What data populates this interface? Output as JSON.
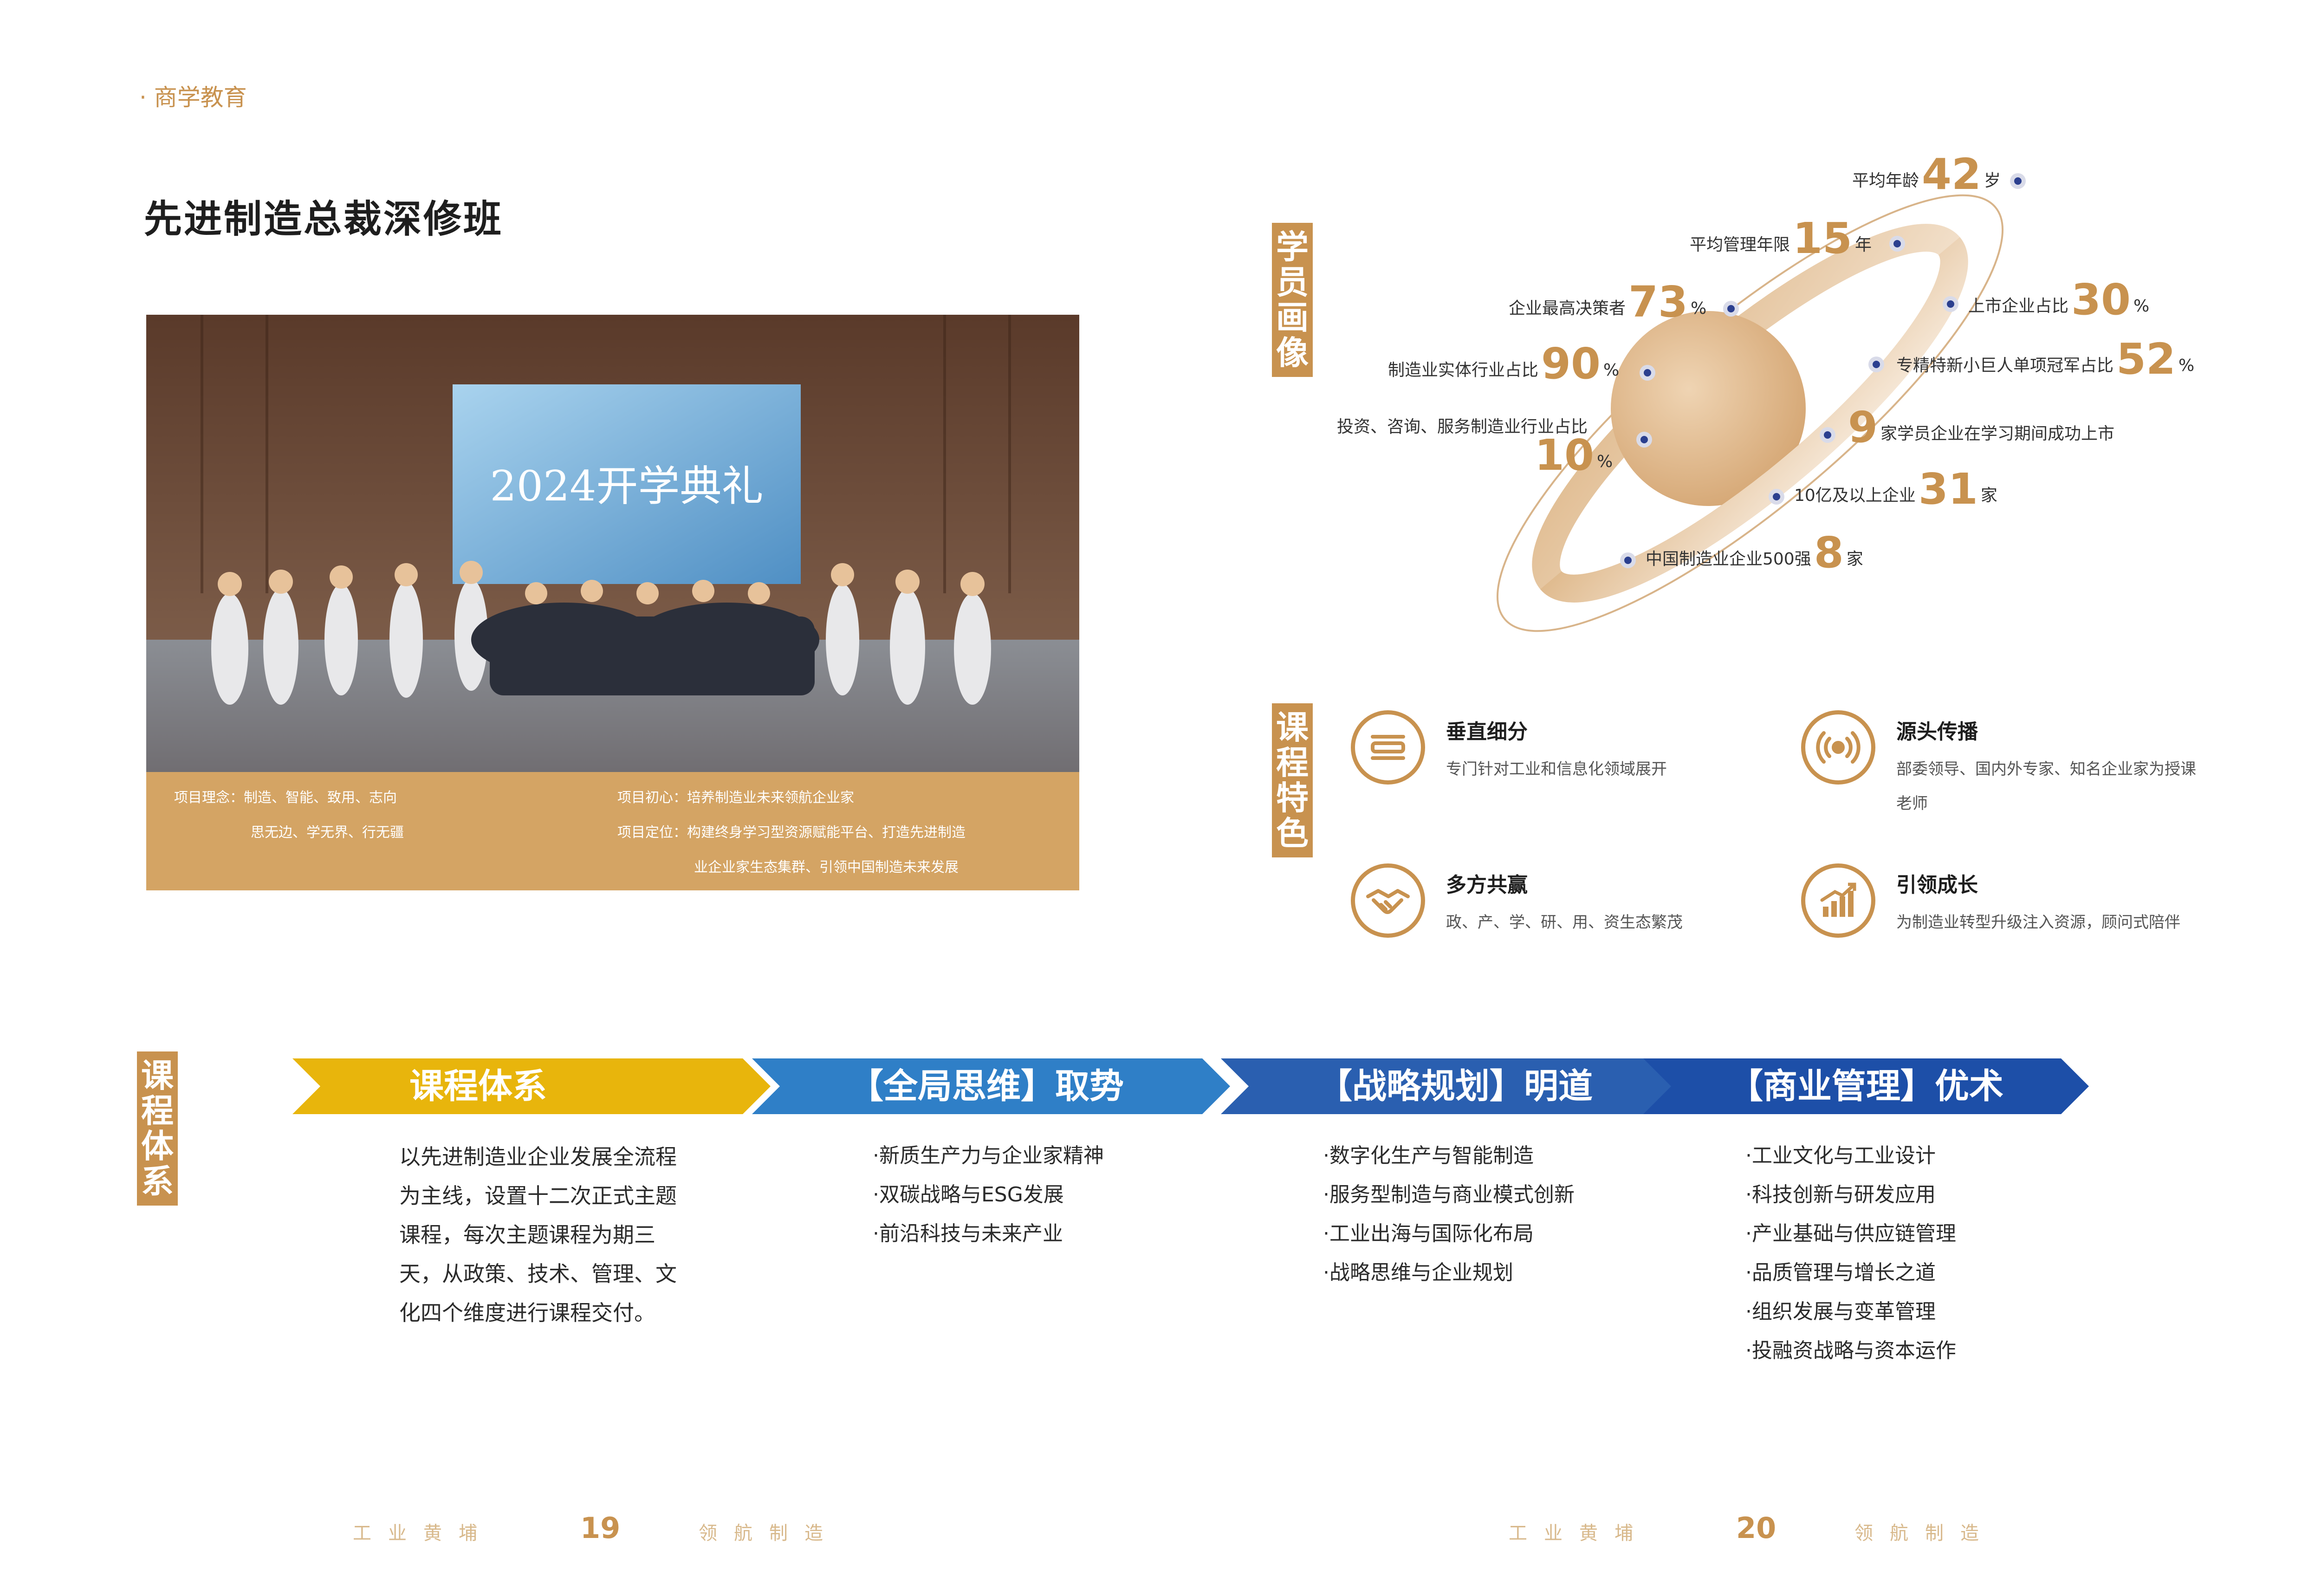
{
  "section_label": "· 商学教育",
  "title": "先进制造总裁深修班",
  "photo": {
    "alt": "2024开学典礼 group photo",
    "screen_text": "2024开学典礼",
    "caption": {
      "left_label_1": "项目理念：",
      "left_text_1": "制造、智能、致用、志向",
      "left_text_2": "思无边、学无界、行无疆",
      "right_label_1": "项目初心：",
      "right_text_1": "培养制造业未来领航企业家",
      "right_label_2": "项目定位：",
      "right_text_2": "构建终身学习型资源赋能平台、打造先进制造",
      "right_text_3": "业企业家生态集群、引领中国制造未来发展"
    }
  },
  "portrait": {
    "label": "学员画像",
    "stats": [
      {
        "prefix": "平均年龄",
        "value": "42",
        "suffix": "岁"
      },
      {
        "prefix": "平均管理年限",
        "value": "15",
        "suffix": "年"
      },
      {
        "prefix": "企业最高决策者",
        "value": "73",
        "suffix": "%"
      },
      {
        "prefix": "上市企业占比",
        "value": "30",
        "suffix": "%"
      },
      {
        "prefix": "制造业实体行业占比",
        "value": "90",
        "suffix": "%"
      },
      {
        "prefix": "专精特新小巨人单项冠军占比",
        "value": "52",
        "suffix": "%"
      },
      {
        "prefix": "投资、咨询、服务制造业行业占比",
        "value": "10",
        "suffix": "%"
      },
      {
        "prefix": "",
        "value": "9",
        "suffix": "家学员企业在学习期间成功上市"
      },
      {
        "prefix": "10亿及以上企业",
        "value": "31",
        "suffix": "家"
      },
      {
        "prefix": "中国制造业企业500强",
        "value": "8",
        "suffix": "家"
      }
    ]
  },
  "features": {
    "label": "课程特色",
    "items": [
      {
        "title": "垂直细分",
        "desc": "专门针对工业和信息化领域展开",
        "icon": "layers-icon"
      },
      {
        "title": "源头传播",
        "desc": "部委领导、国内外专家、知名企业家为授课老师",
        "icon": "broadcast-icon"
      },
      {
        "title": "多方共赢",
        "desc": "政、产、学、研、用、资生态繁茂",
        "icon": "handshake-icon"
      },
      {
        "title": "引领成长",
        "desc": "为制造业转型升级注入资源，顾问式陪伴",
        "icon": "growth-chart-icon"
      }
    ]
  },
  "system": {
    "label": "课程体系",
    "arrows": [
      {
        "label": "课程体系",
        "color": "#e8b50c"
      },
      {
        "label": "【全局思维】取势",
        "color": "#2f7fc7"
      },
      {
        "label": "【战略规划】明道",
        "color": "#2a5fb0"
      },
      {
        "label": "【商业管理】优术",
        "color": "#1d4fa8"
      }
    ],
    "intro": "以先进制造业企业发展全流程为主线，设置十二次正式主题课程，每次主题课程为期三天，从政策、技术、管理、文化四个维度进行课程交付。",
    "col1": [
      "·新质生产力与企业家精神",
      "·双碳战略与ESG发展",
      "·前沿科技与未来产业"
    ],
    "col2": [
      "·数字化生产与智能制造",
      "·服务型制造与商业模式创新",
      "·工业出海与国际化布局",
      "·战略思维与企业规划"
    ],
    "col3": [
      "·工业文化与工业设计",
      "·科技创新与研发应用",
      "·产业基础与供应链管理",
      "·品质管理与增长之道",
      "·组织发展与变革管理",
      "·投融资战略与资本运作"
    ]
  },
  "footer": {
    "left_a": "工业黄埔",
    "left_num": "19",
    "left_b": "领航制造",
    "right_a": "工业黄埔",
    "right_num": "20",
    "right_b": "领航制造"
  },
  "colors": {
    "accent": "#c8924f",
    "caption_bg": "#d4a464",
    "yellow": "#e8b50c",
    "blue": "#1d4fa8",
    "dot": "#2b3f8f"
  }
}
